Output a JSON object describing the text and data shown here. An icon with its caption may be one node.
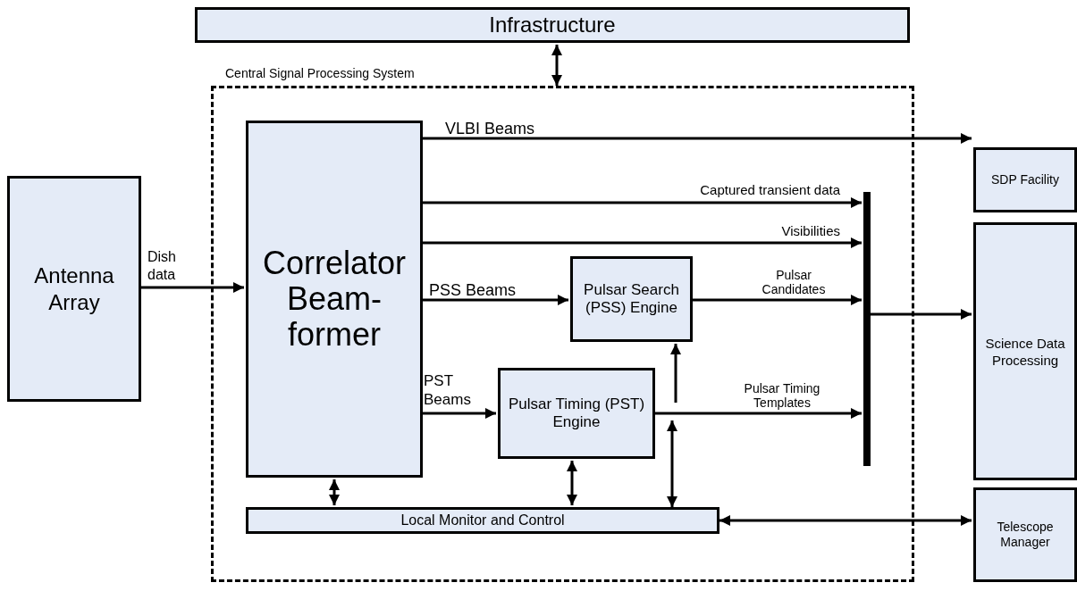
{
  "diagram": {
    "nodes": [
      {
        "text": [
          "Infrastructure"
        ]
      },
      {
        "text": [
          "Central Signal Processing System"
        ]
      },
      {
        "text": [
          "SDP Facility"
        ]
      },
      {
        "text": [
          "Antenna Array"
        ]
      },
      {
        "text": [
          "Correlator Beam-former"
        ],
        "in": 1
      },
      {
        "text": [],
        "shape": "bar",
        "in": 1
      },
      {
        "text": [
          "Pulsar Search (PSS) Engine"
        ],
        "in": 1
      },
      {
        "text": [
          "Pulsar Timing (PST) Engine"
        ],
        "in": 1
      },
      {
        "text": [
          "Science Data Processing"
        ]
      },
      {
        "text": [
          "Local Monitor and Control"
        ],
        "in": 1
      },
      {
        "text": [
          "Telescope Manager"
        ]
      }
    ],
    "edges": [
      {
        "from": 1,
        "to": 0,
        "arrow": "both"
      },
      {
        "from": 3,
        "to": 4,
        "arrow": "to",
        "label": "Dish data"
      },
      {
        "from": 4,
        "to": 2,
        "arrow": "to",
        "label": "VLBI Beams"
      },
      {
        "from": 4,
        "to": 5,
        "arrow": "to",
        "label": "Captured transient data"
      },
      {
        "from": 4,
        "to": 5,
        "arrow": "to",
        "label": "Visibilities"
      },
      {
        "from": 4,
        "to": 6,
        "arrow": "to",
        "label": "PSS Beams"
      },
      {
        "from": 6,
        "to": 5,
        "arrow": "to",
        "label": "Pulsar Candidates"
      },
      {
        "from": 4,
        "to": 7,
        "arrow": "to",
        "label": "PST Beams"
      },
      {
        "from": 7,
        "to": 5,
        "arrow": "to",
        "label": "Pulsar Timing Templates"
      },
      {
        "from": 5,
        "to": 8,
        "arrow": "to"
      },
      {
        "from": 4,
        "to": 9,
        "arrow": "both"
      },
      {
        "from": 7,
        "to": 9,
        "arrow": "both"
      },
      {
        "from": 9,
        "to": 7,
        "arrow": "both"
      },
      {
        "from": null,
        "to": 6,
        "arrow": "to"
      },
      {
        "from": 9,
        "to": 10,
        "arrow": "both"
      }
    ]
  }
}
